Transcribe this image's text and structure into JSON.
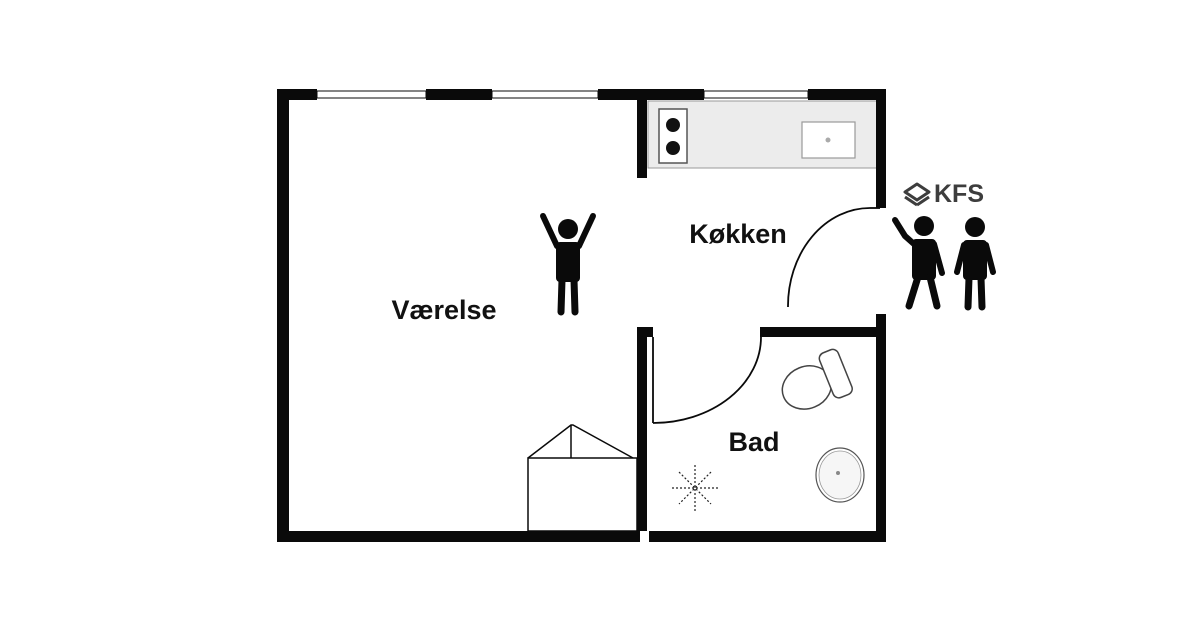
{
  "rooms": {
    "living": "Værelse",
    "kitchen": "Køkken",
    "bath": "Bad"
  },
  "logo": {
    "text": "KFS"
  },
  "colors": {
    "wall": "#0a0a0a",
    "counter": "#ececec",
    "logo": "#3d3d3d",
    "fixture_stroke": "#444444"
  }
}
